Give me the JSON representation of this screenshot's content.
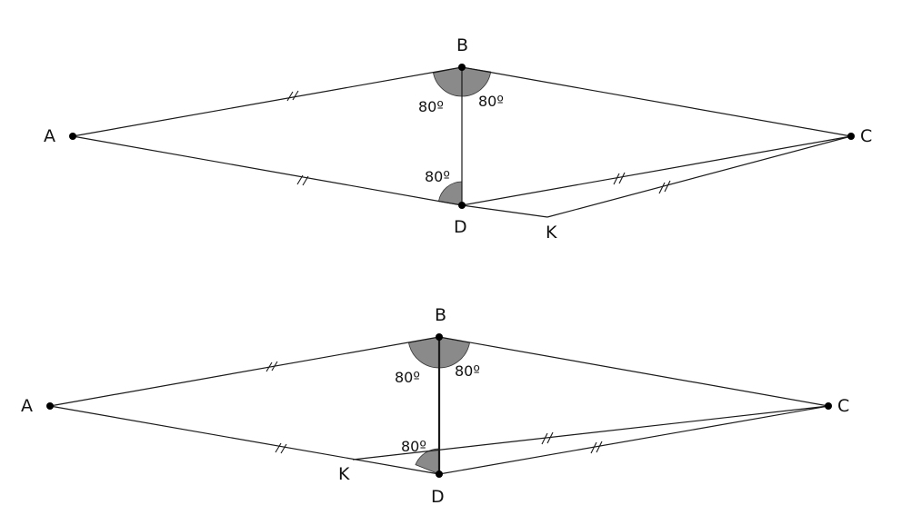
{
  "figures": [
    {
      "name": "figure-top",
      "points": {
        "A": {
          "label": "A"
        },
        "B": {
          "label": "B"
        },
        "C": {
          "label": "C"
        },
        "D": {
          "label": "D"
        },
        "K": {
          "label": "K"
        }
      },
      "angle_labels": {
        "ABD": "80º",
        "DBC": "80º",
        "ADB": "80º"
      }
    },
    {
      "name": "figure-bottom",
      "points": {
        "A": {
          "label": "A"
        },
        "B": {
          "label": "B"
        },
        "C": {
          "label": "C"
        },
        "D": {
          "label": "D"
        },
        "K": {
          "label": "K"
        }
      },
      "angle_labels": {
        "ABD": "80º",
        "DBC": "80º",
        "BDK": "80º"
      }
    }
  ]
}
